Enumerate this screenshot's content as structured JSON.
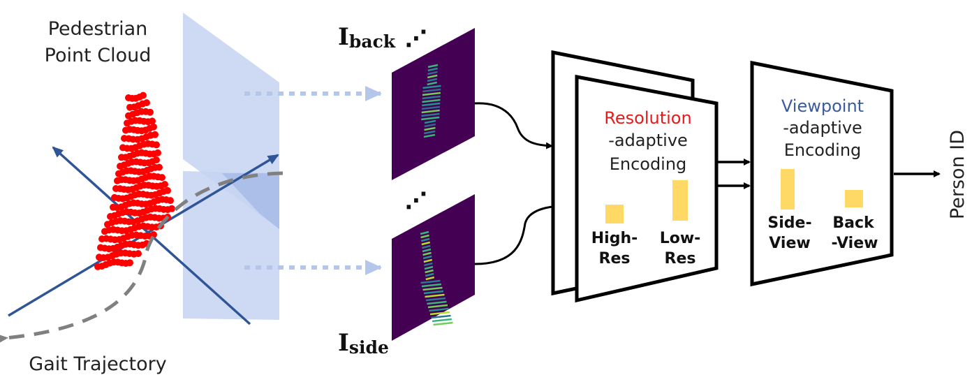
{
  "labels": {
    "point_cloud_line1": "Pedestrian",
    "point_cloud_line2": "Point Cloud",
    "gait_trajectory": "Gait Trajectory",
    "i_back_main": "I",
    "i_back_sub": "back",
    "i_side_main": "I",
    "i_side_sub": "side",
    "ellipsis_top": "⋰",
    "ellipsis_bottom": "⋰",
    "res_keyword": "Resolution",
    "res_line2": "-adaptive",
    "res_line3": "Encoding",
    "high_res_line1": "High-",
    "high_res_line2": "Res",
    "low_res_line1": "Low-",
    "low_res_line2": "Res",
    "view_keyword": "Viewpoint",
    "view_line2": "-adaptive",
    "view_line3": "Encoding",
    "side_view_line1": "Side-",
    "side_view_line2": "View",
    "back_view_line1": "Back",
    "back_view_line2": "-View",
    "person_id": "Person ID"
  },
  "attention_weights": {
    "high_res": 0.35,
    "low_res": 0.8,
    "side_view": 0.8,
    "back_view": 0.35
  },
  "colors": {
    "resolution_accent": "#e8191a",
    "viewpoint_accent": "#3b5c9b",
    "bar_fill": "#ffd966",
    "plane_fill": "#c5d3f1",
    "axis_blue": "#2f5597",
    "point_red": "#ff0000",
    "image_bg": "#440154"
  },
  "icons": {
    "encoder_shape": "trapezoid-encoder",
    "arrow": "arrow-right-icon"
  }
}
